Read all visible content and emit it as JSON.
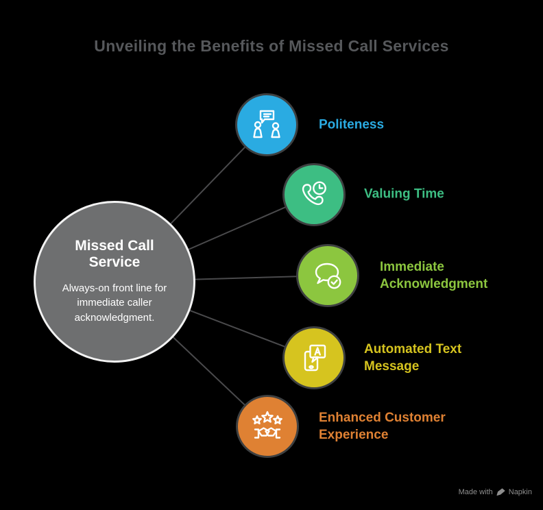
{
  "title": "Unveiling the Benefits of Missed Call Services",
  "colors": {
    "background": "#000000",
    "title_color": "#56585B",
    "connector_color": "#4A4A4C",
    "center_fill": "#6E6F70",
    "center_border": "#F2F2F2",
    "node_border": "#3E4041",
    "watermark_color": "#8E8E8E"
  },
  "center": {
    "title": "Missed Call Service",
    "description": "Always-on front line for immediate caller acknowledgment."
  },
  "nodes": [
    {
      "label": "Politeness",
      "color": "#2AABE2",
      "icon": "conversation-people-icon"
    },
    {
      "label": "Valuing Time",
      "color": "#3DBE83",
      "icon": "phone-clock-icon"
    },
    {
      "label": "Immediate Acknowledgment",
      "color": "#8CC63F",
      "icon": "chat-check-icon"
    },
    {
      "label": "Automated Text Message",
      "color": "#D6C41F",
      "icon": "phone-text-bubble-icon"
    },
    {
      "label": "Enhanced Customer Experience",
      "color": "#DF8133",
      "icon": "stars-handshake-icon"
    }
  ],
  "watermark": {
    "prefix": "Made with",
    "brand": "Napkin"
  }
}
